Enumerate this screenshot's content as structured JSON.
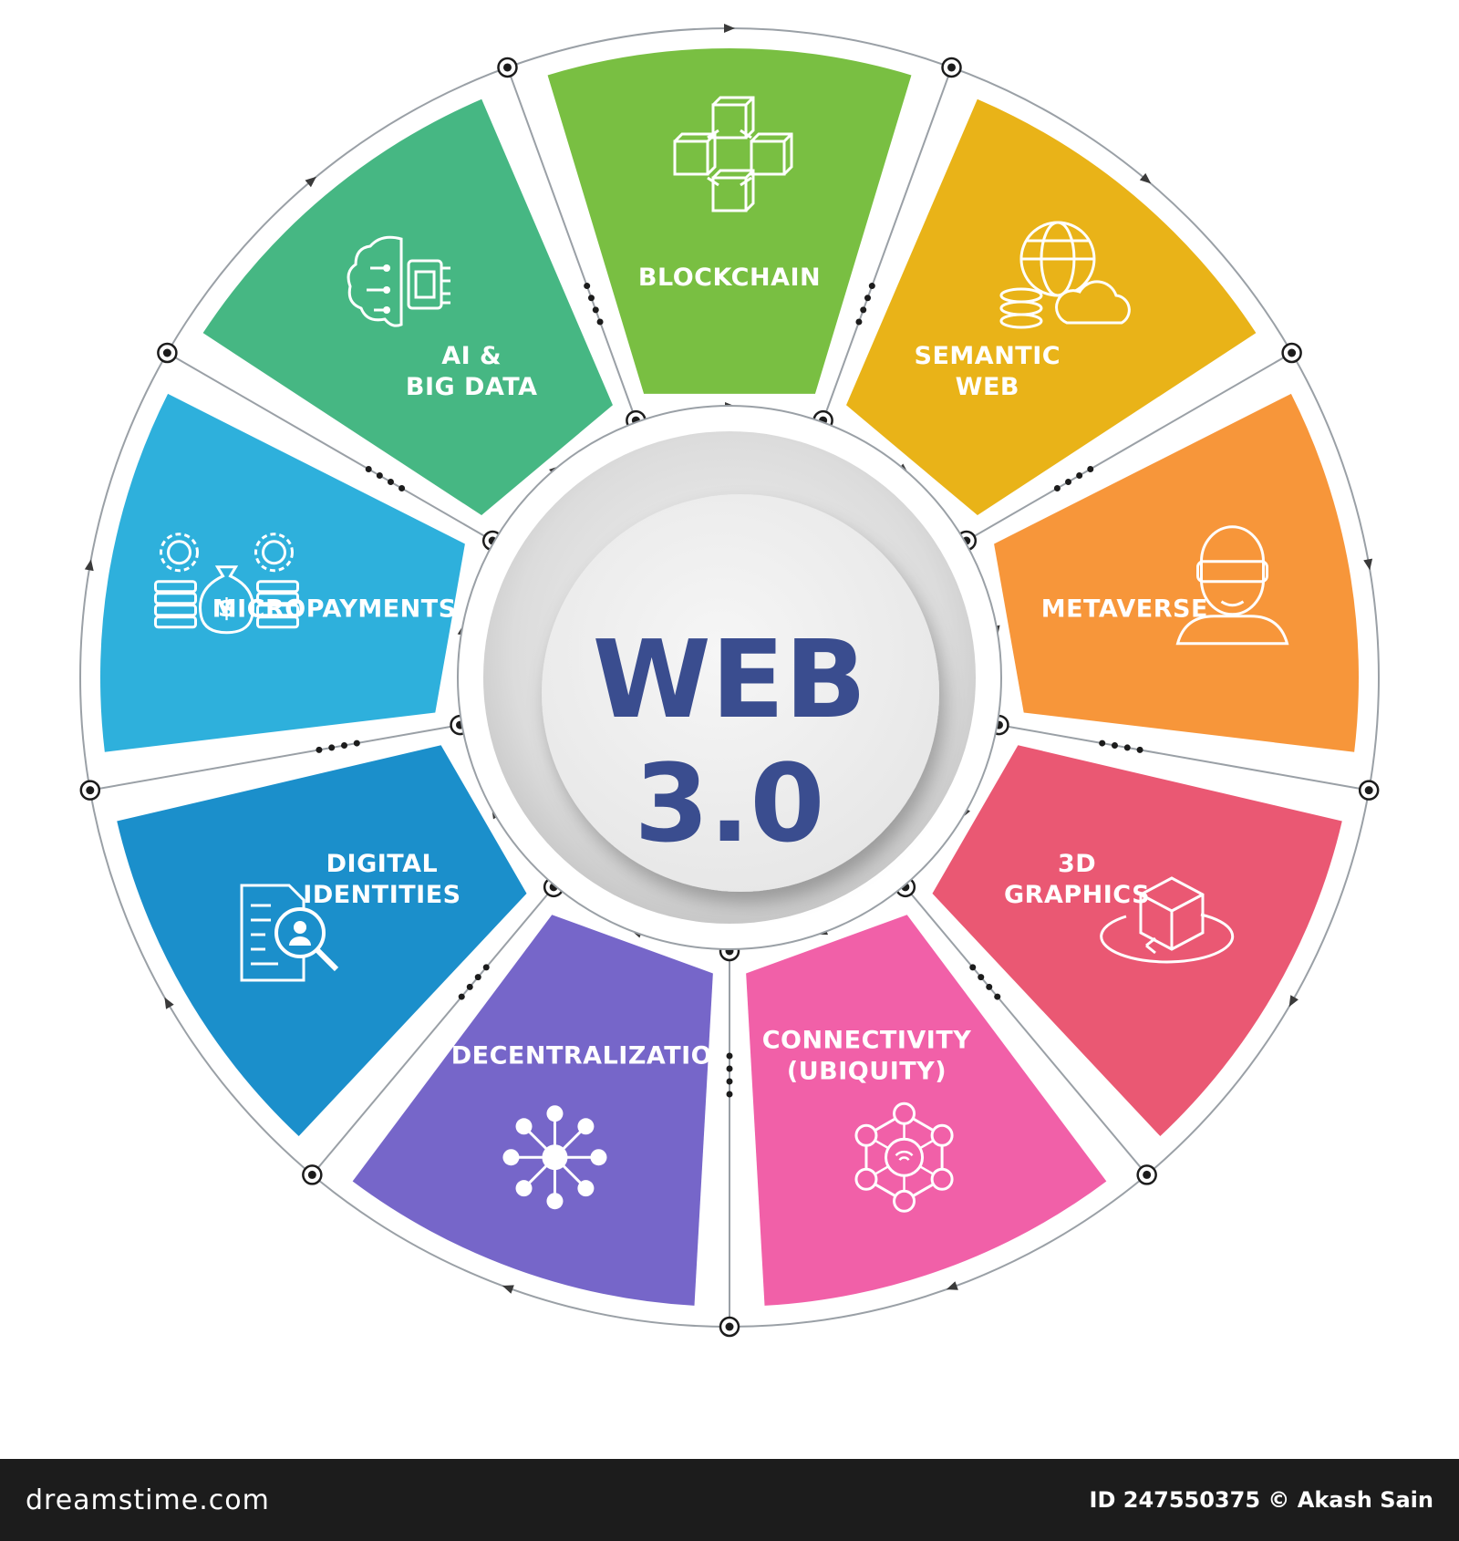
{
  "center": {
    "title_line1": "WEB",
    "title_line2": "3.0",
    "text_color": "#3a4d8f"
  },
  "segments": [
    {
      "lines": [
        "BLOCKCHAIN"
      ],
      "color": "#79bf42",
      "icon": "blockchain-icon"
    },
    {
      "lines": [
        "SEMANTIC",
        "WEB"
      ],
      "color": "#e9b318",
      "icon": "globe-database-cloud-icon"
    },
    {
      "lines": [
        "METAVERSE"
      ],
      "color": "#f7963a",
      "icon": "vr-headset-person-icon"
    },
    {
      "lines": [
        "3D",
        "GRAPHICS"
      ],
      "color": "#ea5873",
      "icon": "3d-cube-rotate-icon"
    },
    {
      "lines": [
        "CONNECTIVITY",
        "(UBIQUITY)"
      ],
      "color": "#f160a8",
      "icon": "network-wifi-icon"
    },
    {
      "lines": [
        "DECENTRALIZATION"
      ],
      "color": "#7666c9",
      "icon": "decentralized-network-icon"
    },
    {
      "lines": [
        "DIGITAL",
        "IDENTITIES"
      ],
      "color": "#1b8fcb",
      "icon": "identity-search-document-icon"
    },
    {
      "lines": [
        "MICROPAYMENTS"
      ],
      "color": "#2eb0dc",
      "icon": "coins-money-bag-icon"
    },
    {
      "lines": [
        "AI &",
        "BIG DATA"
      ],
      "color": "#46b783",
      "icon": "ai-brain-chip-icon"
    }
  ],
  "footer": {
    "brand": "dreamstime.com",
    "credit": "ID 247550375 © Akash Sain"
  }
}
